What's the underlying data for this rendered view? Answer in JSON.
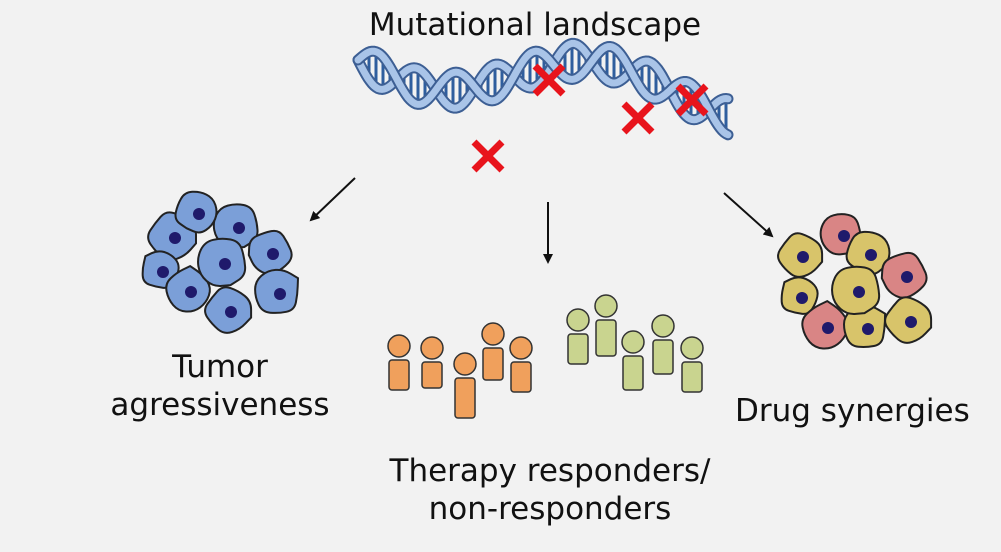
{
  "title": "Mutational landscape",
  "outcomes": {
    "tumor": {
      "line1": "Tumor",
      "line2": "agressiveness"
    },
    "therapy": {
      "line1": "Therapy responders/",
      "line2": "non-responders"
    },
    "drug": {
      "line1": "Drug synergies"
    }
  },
  "colors": {
    "background": "#f2f2f2",
    "dna_strand": "#a9c4e8",
    "dna_base_pair": "#2f5e9e",
    "mutation_mark": "#e8141c",
    "cell_blue": "#7b9fd8",
    "cell_yellow": "#d8c46a",
    "cell_pink": "#d98585",
    "nucleus": "#1f1a6b",
    "responder": "#f0a05c",
    "non_responder": "#c9d48f"
  },
  "icons": [
    "dna-helix-icon",
    "mutation-x-icon",
    "arrow-icon",
    "cell-cluster-icon",
    "person-icon"
  ]
}
